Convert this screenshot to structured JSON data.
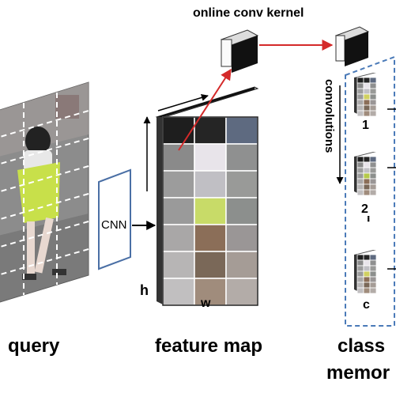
{
  "labels": {
    "online_kernel": "online conv kernel",
    "convolutions": "convolutions",
    "cnn": "CNN",
    "h": "h",
    "w": "w",
    "query": "query",
    "feature_map": "feature map",
    "class_memory_line1": "class",
    "class_memory_line2": "memor",
    "class_ids": [
      "1",
      "2",
      "c"
    ],
    "ellipsis": "..."
  },
  "colors": {
    "arrow": "#d42a2a",
    "dashed_box": "#4a7ab8",
    "cnn_trapezoid": "#4a6fa5",
    "query_person": "#c8e04a",
    "query_grid": "#ffffff"
  },
  "feature_map_cells": [
    [
      "#1e1e1e",
      "#252525",
      "#5e6a80"
    ],
    [
      "#8a8a8a",
      "#e8e4ea",
      "#8f9090"
    ],
    [
      "#9c9c9c",
      "#c0bfc4",
      "#999a98"
    ],
    [
      "#9a9a9a",
      "#c8db68",
      "#8c8f8d"
    ],
    [
      "#a9a7a7",
      "#8b6e58",
      "#9a9696"
    ],
    [
      "#b7b5b5",
      "#7a6858",
      "#a59c96"
    ],
    [
      "#c1bfc0",
      "#a08c7c",
      "#b3aca8"
    ]
  ]
}
